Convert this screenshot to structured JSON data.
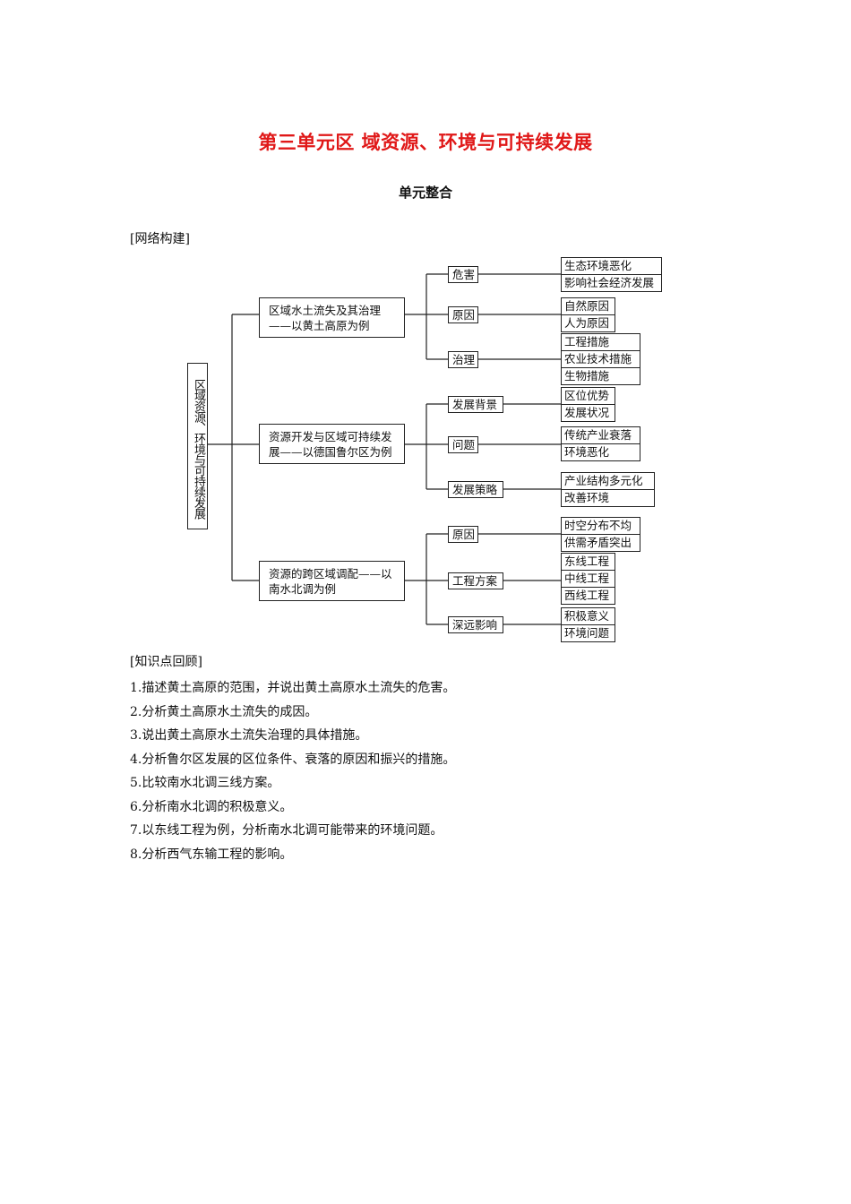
{
  "header": {
    "title": "第三单元区  域资源、环境与可持续发展",
    "subtitle": "单元整合"
  },
  "network": {
    "label": "[网络构建]",
    "root": "区域资源、环境与可持续发展",
    "branches": [
      {
        "title_line1": "区域水土流失及其治理",
        "title_line2": "——以黄土高原为例",
        "subs": [
          {
            "label": "危害",
            "leaves": [
              "生态环境恶化",
              "影响社会经济发展"
            ]
          },
          {
            "label": "原因",
            "leaves": [
              "自然原因",
              "人为原因"
            ]
          },
          {
            "label": "治理",
            "leaves": [
              "工程措施",
              "农业技术措施",
              "生物措施"
            ]
          }
        ]
      },
      {
        "title_line1": "资源开发与区域可持续发",
        "title_line2": "展——以德国鲁尔区为例",
        "subs": [
          {
            "label": "发展背景",
            "leaves": [
              "区位优势",
              "发展状况"
            ]
          },
          {
            "label": "问题",
            "leaves": [
              "传统产业衰落",
              "环境恶化"
            ]
          },
          {
            "label": "发展策略",
            "leaves": [
              "产业结构多元化",
              "改善环境"
            ]
          }
        ]
      },
      {
        "title_line1": "资源的跨区域调配——以",
        "title_line2": "南水北调为例",
        "subs": [
          {
            "label": "原因",
            "leaves": [
              "时空分布不均",
              "供需矛盾突出"
            ]
          },
          {
            "label": "工程方案",
            "leaves": [
              "东线工程",
              "中线工程",
              "西线工程"
            ]
          },
          {
            "label": "深远影响",
            "leaves": [
              "积极意义",
              "环境问题"
            ]
          }
        ]
      }
    ]
  },
  "review": {
    "label": "[知识点回顾]",
    "items": [
      "1.描述黄土高原的范围，并说出黄土高原水土流失的危害。",
      "2.分析黄土高原水土流失的成因。",
      "3.说出黄土高原水土流失治理的具体措施。",
      "4.分析鲁尔区发展的区位条件、衰落的原因和振兴的措施。",
      "5.比较南水北调三线方案。",
      "6.分析南水北调的积极意义。",
      "7.以东线工程为例，分析南水北调可能带来的环境问题。",
      "8.分析西气东输工程的影响。"
    ]
  }
}
